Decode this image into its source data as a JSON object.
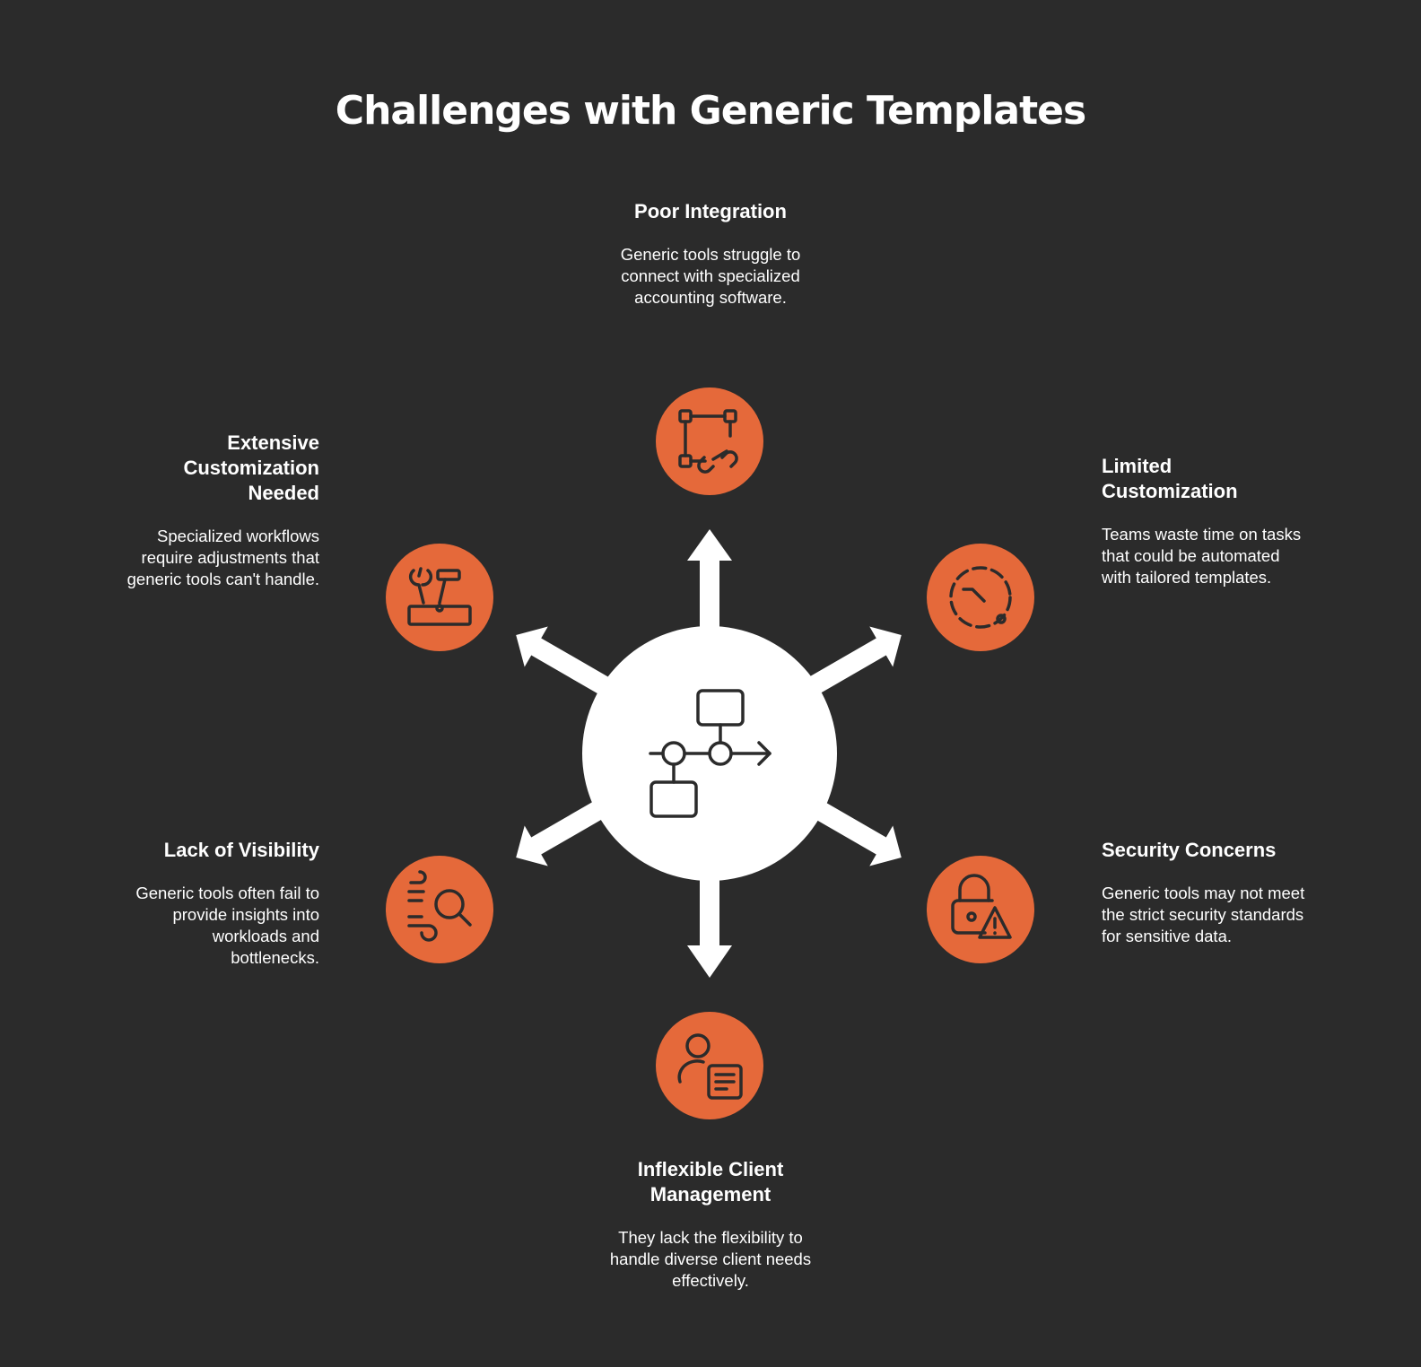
{
  "title": "Challenges with Generic Templates",
  "colors": {
    "background": "#2b2b2b",
    "node_fill": "#e5693a",
    "icon_stroke": "#2b2b2b",
    "hub_fill": "#ffffff",
    "text": "#ffffff"
  },
  "hub": {
    "icon": "workflow-process-icon"
  },
  "challenges": [
    {
      "id": "poor",
      "title": "Poor Integration",
      "description": "Generic tools struggle to connect with specialized accounting software.",
      "icon": "integration-link-icon"
    },
    {
      "id": "limited",
      "title": "Limited Customization",
      "description": "Teams waste time on tasks that could be automated with tailored templates.",
      "icon": "timer-dashed-icon"
    },
    {
      "id": "security",
      "title": "Security Concerns",
      "description": "Generic tools may not meet the strict security standards for sensitive data.",
      "icon": "lock-warning-icon"
    },
    {
      "id": "inflexible",
      "title": "Inflexible Client Management",
      "description": "They lack the flexibility to handle diverse client needs effectively.",
      "icon": "user-document-icon"
    },
    {
      "id": "visibility",
      "title": "Lack of Visibility",
      "description": "Generic tools often fail to provide insights into workloads and bottlenecks.",
      "icon": "search-insight-icon"
    },
    {
      "id": "extensive",
      "title": "Extensive Customization Needed",
      "description": "Specialized workflows require adjustments that generic tools can't handle.",
      "icon": "toolbox-icon"
    }
  ]
}
